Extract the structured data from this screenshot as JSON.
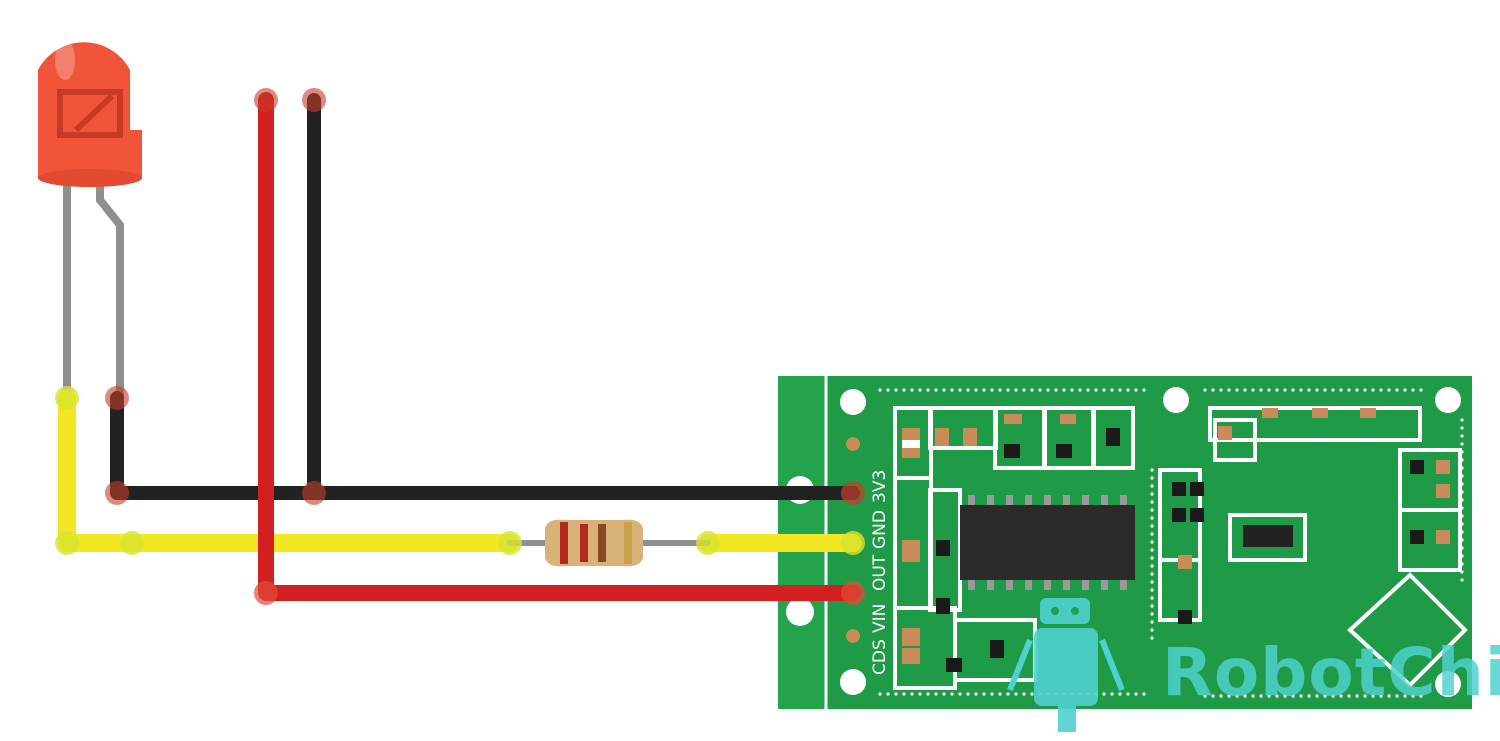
{
  "colors": {
    "background": "#ffffff",
    "pcb_green": "#1f9a46",
    "pcb_silkscreen": "#ffffff",
    "wire_black": "#222222",
    "wire_red": "#d21f1f",
    "wire_yellow": "#f3e622",
    "led_red": "#f0553a",
    "led_leg": "#8f8f8f",
    "resistor_body": "#d9b27a",
    "ic_body": "#2b2b2b",
    "pad_copper": "#c98b5a",
    "watermark": "#4fd1cf"
  },
  "components": {
    "led": {
      "icon": "led-icon",
      "color": "red"
    },
    "resistor": {
      "icon": "resistor-icon",
      "bands": [
        "#b0281e",
        "#b0281e",
        "#8a4a1f",
        "#c9a24a"
      ]
    },
    "sensor_board": {
      "icon": "microwave-radar-sensor-icon",
      "pins": [
        {
          "label": "3V3"
        },
        {
          "label": "GND"
        },
        {
          "label": "OUT"
        },
        {
          "label": "VIN"
        },
        {
          "label": "CDS"
        }
      ]
    }
  },
  "watermark": {
    "text": "RobotChip",
    "icon": "robot-mascot-icon"
  }
}
